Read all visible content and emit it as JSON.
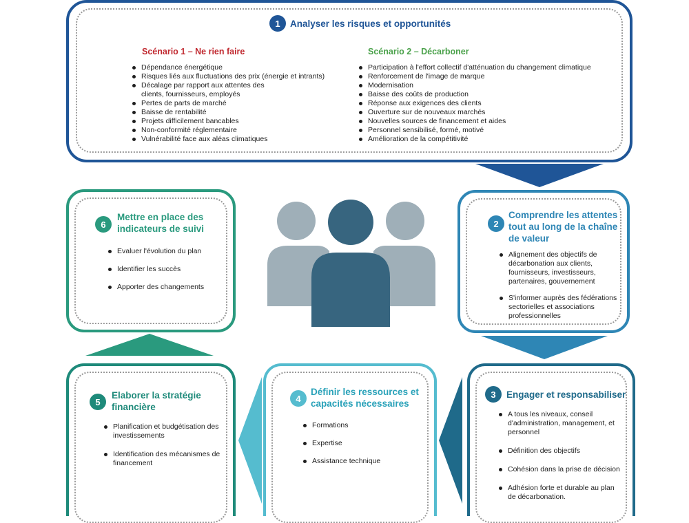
{
  "colors": {
    "step1": "#1f5597",
    "step2": "#2e86b5",
    "step3": "#1f6a8a",
    "step4": "#55bccf",
    "step5": "#1e8a7a",
    "step6": "#2a9a7e",
    "scenario1": "#c0282f",
    "scenario2": "#4aa14a",
    "person_dark": "#37657f",
    "person_light": "#9fafb8"
  },
  "step1": {
    "number": "1",
    "title": "Analyser les risques et opportunités",
    "scenario1": {
      "title": "Scénario 1 – Ne rien faire",
      "items": [
        "Dépendance énergétique",
        "Risques liés aux fluctuations des prix (énergie et intrants)",
        "Décalage par rapport aux attentes des clients, fournisseurs, employés",
        "Pertes de parts de marché",
        "Baisse de rentabilité",
        "Projets difficilement bancables",
        "Non-conformité réglementaire",
        "Vulnérabilité face aux aléas climatiques"
      ]
    },
    "scenario2": {
      "title": "Scénario 2 – Décarboner",
      "items": [
        "Participation à l'effort collectif d'atténuation du changement climatique",
        "Renforcement de l'image de marque",
        "Modernisation",
        "Baisse des coûts de production",
        "Réponse aux exigences des clients",
        "Ouverture sur de nouveaux marchés",
        "Nouvelles sources de financement et aides",
        "Personnel sensibilisé, formé, motivé",
        "Amélioration de la compétitivité"
      ]
    }
  },
  "step2": {
    "number": "2",
    "title": "Comprendre les attentes tout au long de la chaîne de valeur",
    "items": [
      "Alignement des objectifs de décarbonation aux clients, fournisseurs, investisseurs, partenaires, gouvernement",
      "S'informer auprès des fédérations sectorielles et associations professionnelles"
    ]
  },
  "step3": {
    "number": "3",
    "title": "Engager et responsabiliser",
    "items": [
      "A tous les niveaux, conseil d'administration, management, et personnel",
      "Définition des objectifs",
      "Cohésion dans la prise de décision",
      "Adhésion forte et durable au plan de décarbonation."
    ]
  },
  "step4": {
    "number": "4",
    "title": "Définir les ressources et capacités nécessaires",
    "items": [
      "Formations",
      "Expertise",
      "Assistance technique"
    ]
  },
  "step5": {
    "number": "5",
    "title": "Elaborer la stratégie financière",
    "items": [
      "Planification et budgétisation des investissements",
      "Identification des mécanismes de financement"
    ]
  },
  "step6": {
    "number": "6",
    "title": "Mettre en place des indicateurs de suivi",
    "items": [
      "Evaluer l'évolution du plan",
      "Identifier les succès",
      "Apporter des changements"
    ]
  },
  "center_icon": "group-of-people-icon"
}
